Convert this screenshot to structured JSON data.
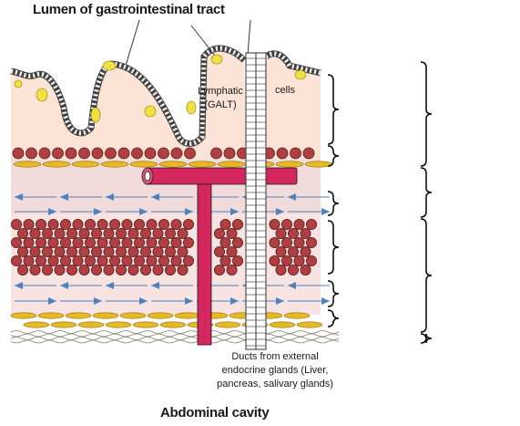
{
  "labels": {
    "lumen": "Lumen of gastrointestinal tract",
    "lymphatic_line1": "Lymphatic",
    "lymphatic_line2": "(GALT)",
    "cells": "cells",
    "ducts_line1": "Ducts from external",
    "ducts_line2": "endocrine glands (Liver,",
    "ducts_line3": "pancreas, salivary glands)",
    "abdominal": "Abdominal cavity"
  },
  "colors": {
    "mucosa": "#fbe4d5",
    "submucosa": "#f2dcdb",
    "muscle_cell": "#b13f42",
    "muscle_cell_outline": "#5a1c1e",
    "flat_cell": "#e8b923",
    "goblet_cell": "#f0e040",
    "blood_vessel": "#d4275d",
    "fiber": "#4f81bd",
    "outline": "#1a1a1a"
  },
  "icons": {
    "layer_bracket": "curly-brace",
    "blood_vessel": "t-shaped-vessel",
    "duct": "ladder-duct"
  }
}
